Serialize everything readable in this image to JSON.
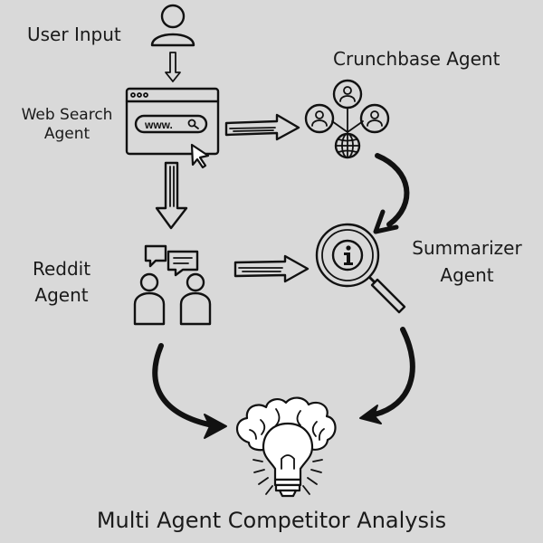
{
  "nodes": {
    "user_input": {
      "label": "User Input"
    },
    "web_search": {
      "label_line1": "Web Search",
      "label_line2": "Agent",
      "url_text": "www."
    },
    "crunchbase": {
      "label": "Crunchbase Agent"
    },
    "reddit": {
      "label_line1": "Reddit",
      "label_line2": "Agent"
    },
    "summarizer": {
      "label_line1": "Summarizer",
      "label_line2": "Agent"
    },
    "output": {
      "label": "Multi Agent Competitor Analysis"
    }
  },
  "icons": {
    "user_input": "user-icon",
    "web_search": "browser-window-icon",
    "crunchbase": "network-people-globe-icon",
    "reddit": "people-chat-icon",
    "summarizer": "magnifier-info-icon",
    "output": "brain-lightbulb-icon"
  },
  "edges": [
    {
      "from": "User Input",
      "to": "Web Search Agent"
    },
    {
      "from": "Web Search Agent",
      "to": "Crunchbase Agent"
    },
    {
      "from": "Web Search Agent",
      "to": "Reddit Agent"
    },
    {
      "from": "Crunchbase Agent",
      "to": "Summarizer Agent"
    },
    {
      "from": "Reddit Agent",
      "to": "Summarizer Agent"
    },
    {
      "from": "Reddit Agent",
      "to": "Multi Agent Competitor Analysis"
    },
    {
      "from": "Summarizer Agent",
      "to": "Multi Agent Competitor Analysis"
    }
  ],
  "colors": {
    "background": "#d9d9d9",
    "ink": "#111111",
    "fill": "#ffffff"
  }
}
